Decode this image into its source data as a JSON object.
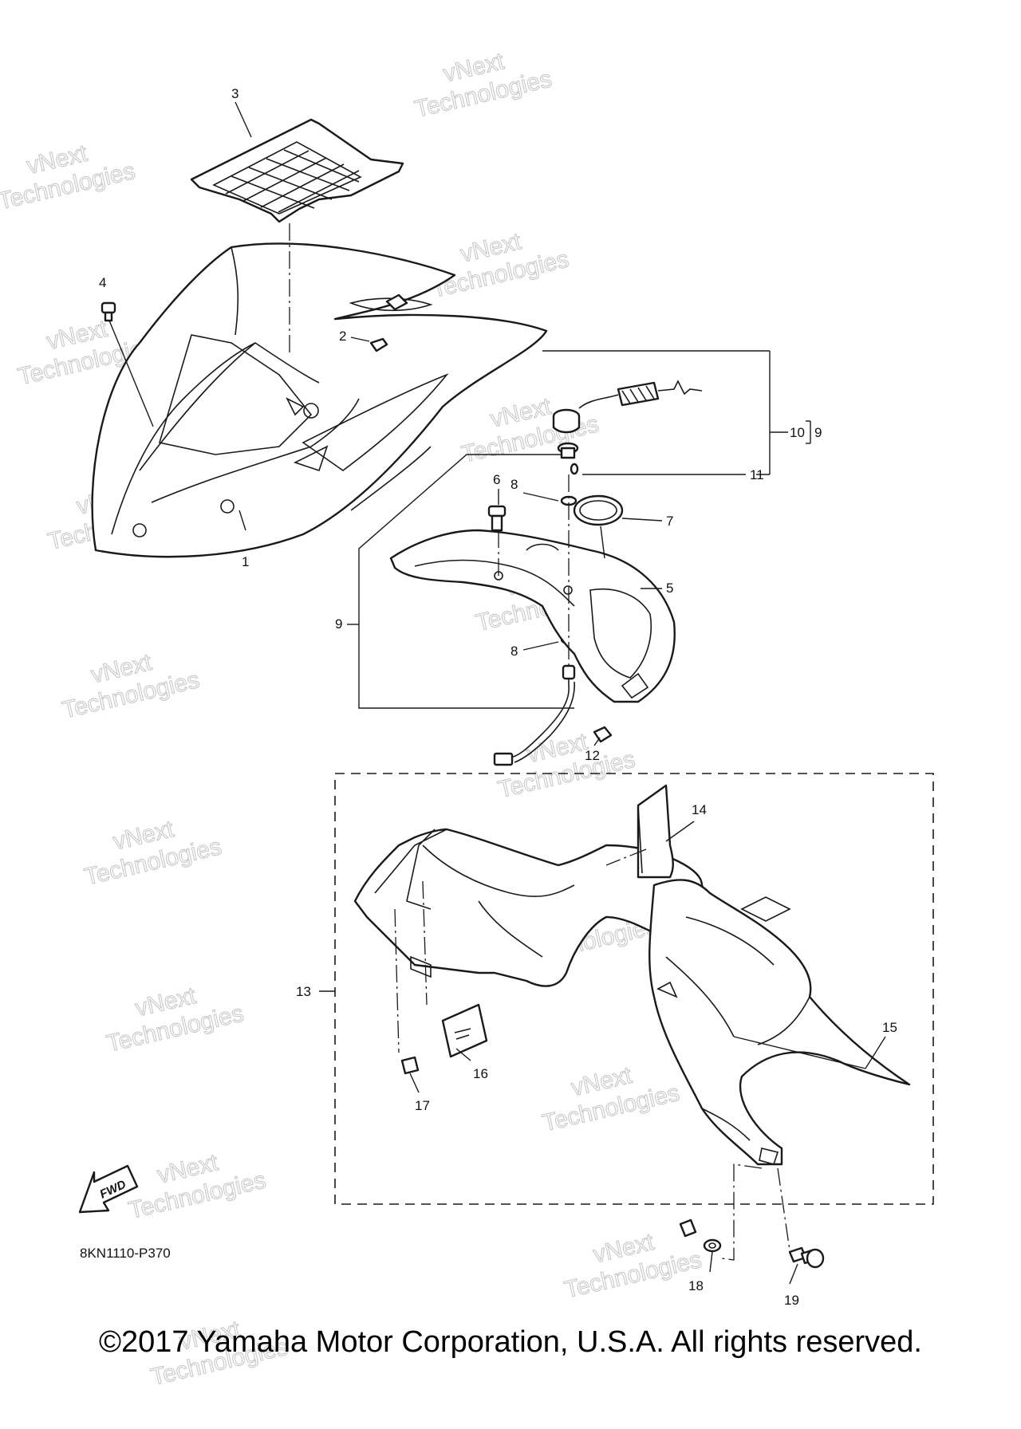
{
  "watermark": {
    "line1": "vNext",
    "line2": "Technologies"
  },
  "callouts": [
    "1",
    "2",
    "3",
    "4",
    "5",
    "6",
    "7",
    "8",
    "8",
    "9",
    "9",
    "10",
    "11",
    "12",
    "13",
    "14",
    "15",
    "16",
    "17",
    "18",
    "19"
  ],
  "bracket_label": {
    "left": "10",
    "right": "9"
  },
  "fwd_label": "FWD",
  "diagram_code": "8KN1110-P370",
  "copyright": "©2017 Yamaha Motor Corporation, U.S.A. All rights reserved."
}
